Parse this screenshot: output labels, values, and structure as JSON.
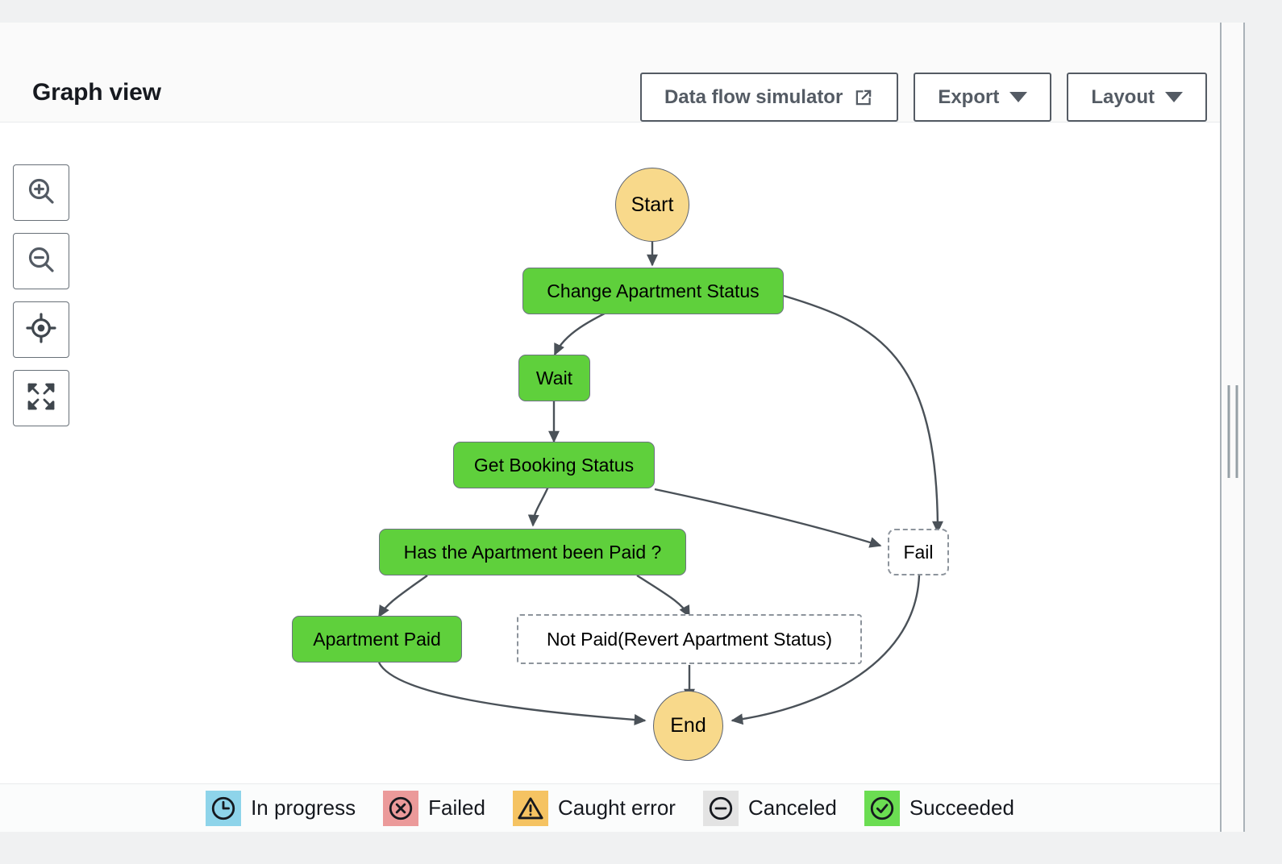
{
  "header": {
    "title": "Graph view",
    "buttons": [
      {
        "label": "Data flow simulator",
        "icon": "external-link-icon",
        "type": "link-out"
      },
      {
        "label": "Export",
        "icon": "chevron-down-icon",
        "type": "dropdown"
      },
      {
        "label": "Layout",
        "icon": "chevron-down-icon",
        "type": "dropdown"
      }
    ]
  },
  "tools": [
    {
      "name": "zoom-in-icon",
      "title": "Zoom in"
    },
    {
      "name": "zoom-out-icon",
      "title": "Zoom out"
    },
    {
      "name": "center-target-icon",
      "title": "Center graph"
    },
    {
      "name": "fullscreen-icon",
      "title": "Fit to screen"
    }
  ],
  "graph": {
    "nodes": [
      {
        "id": "start",
        "label": "Start",
        "shape": "circle",
        "state": "succeeded"
      },
      {
        "id": "change",
        "label": "Change Apartment Status",
        "shape": "rounded-rect",
        "state": "succeeded"
      },
      {
        "id": "wait",
        "label": "Wait",
        "shape": "rounded-rect",
        "state": "succeeded"
      },
      {
        "id": "booking",
        "label": "Get Booking Status",
        "shape": "rounded-rect",
        "state": "succeeded"
      },
      {
        "id": "paidq",
        "label": "Has the Apartment been Paid ?",
        "shape": "rounded-rect",
        "state": "succeeded"
      },
      {
        "id": "paid",
        "label": "Apartment Paid",
        "shape": "rounded-rect",
        "state": "succeeded"
      },
      {
        "id": "notpaid",
        "label": "Not Paid(Revert Apartment Status)",
        "shape": "dashed-rect",
        "state": "not-run"
      },
      {
        "id": "fail",
        "label": "Fail",
        "shape": "dashed-rect",
        "state": "not-run"
      },
      {
        "id": "end",
        "label": "End",
        "shape": "circle",
        "state": "succeeded"
      }
    ],
    "edges": [
      {
        "from": "start",
        "to": "change"
      },
      {
        "from": "change",
        "to": "wait"
      },
      {
        "from": "change",
        "to": "fail"
      },
      {
        "from": "wait",
        "to": "booking"
      },
      {
        "from": "booking",
        "to": "paidq"
      },
      {
        "from": "booking",
        "to": "fail"
      },
      {
        "from": "paidq",
        "to": "paid"
      },
      {
        "from": "paidq",
        "to": "notpaid"
      },
      {
        "from": "paid",
        "to": "end"
      },
      {
        "from": "notpaid",
        "to": "end"
      },
      {
        "from": "fail",
        "to": "end"
      }
    ]
  },
  "legend": [
    {
      "label": "In progress",
      "icon": "clock-icon",
      "color": "#8ed4ea"
    },
    {
      "label": "Failed",
      "icon": "x-circle-icon",
      "color": "#eb9a9a"
    },
    {
      "label": "Caught error",
      "icon": "warning-icon",
      "color": "#f5c362"
    },
    {
      "label": "Canceled",
      "icon": "minus-circle-icon",
      "color": "#e3e3e3"
    },
    {
      "label": "Succeeded",
      "icon": "check-circle-icon",
      "color": "#6bdd52"
    }
  ],
  "splitter": {
    "name": "panel-resize-handle"
  },
  "colors": {
    "node_success": "#5fd03c",
    "node_terminal": "#f8d98b",
    "edge": "#4a5158",
    "text": "#16191f"
  }
}
